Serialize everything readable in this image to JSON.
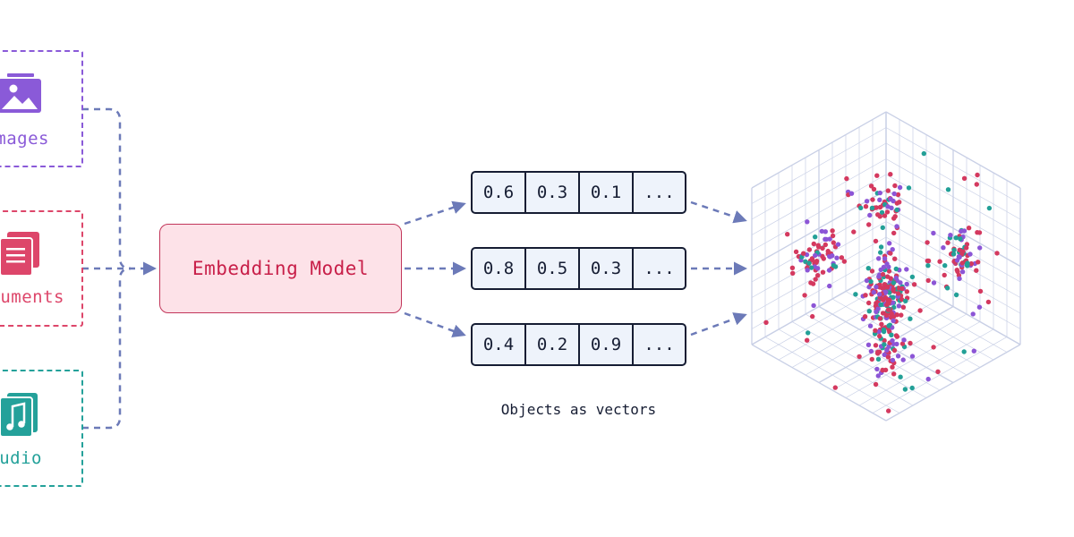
{
  "sources": [
    {
      "label": "Images",
      "color": "#8a5ad8",
      "icon": "image-icon"
    },
    {
      "label": "Documents",
      "color": "#dd466a",
      "icon": "documents-icon"
    },
    {
      "label": "Audio",
      "color": "#24a19a",
      "icon": "music-note-icon"
    }
  ],
  "model": {
    "label": "Embedding Model",
    "fill": "#fde2e8",
    "border": "#c2365a",
    "text_color": "#c81f49"
  },
  "vectors": [
    [
      "0.6",
      "0.3",
      "0.1",
      "..."
    ],
    [
      "0.8",
      "0.5",
      "0.3",
      "..."
    ],
    [
      "0.4",
      "0.2",
      "0.9",
      "..."
    ]
  ],
  "caption": "Objects as vectors",
  "arrow_color": "#6c7ab8",
  "scatter": {
    "colors": [
      "#d4395f",
      "#8c55d6",
      "#23a097"
    ],
    "grid_color": "#c9d0e6"
  }
}
